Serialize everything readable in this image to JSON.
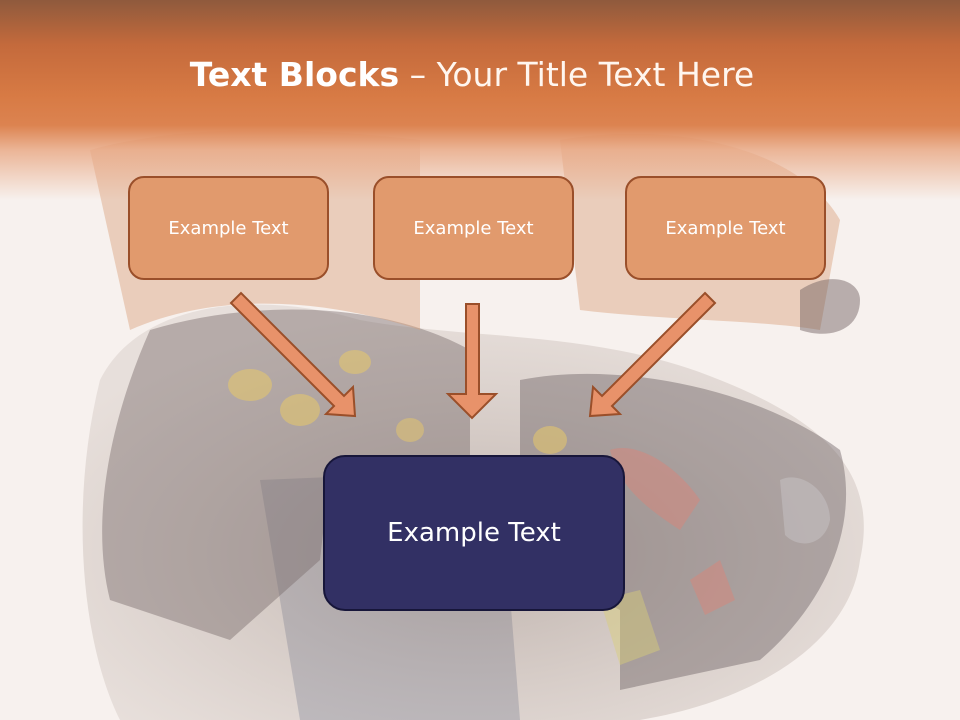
{
  "slide": {
    "title_bold": "Text Blocks",
    "title_dash": " – ",
    "title_rest": "Your Title Text Here",
    "boxes": [
      {
        "label": "Example Text"
      },
      {
        "label": "Example Text"
      },
      {
        "label": "Example Text"
      }
    ],
    "main_box": {
      "label": "Example Text"
    },
    "colors": {
      "header": "#d77a44",
      "box_fill": "#e19a6d",
      "box_border": "#9a4f2a",
      "arrow_fill": "#e8926a",
      "main_fill": "#323064"
    }
  }
}
